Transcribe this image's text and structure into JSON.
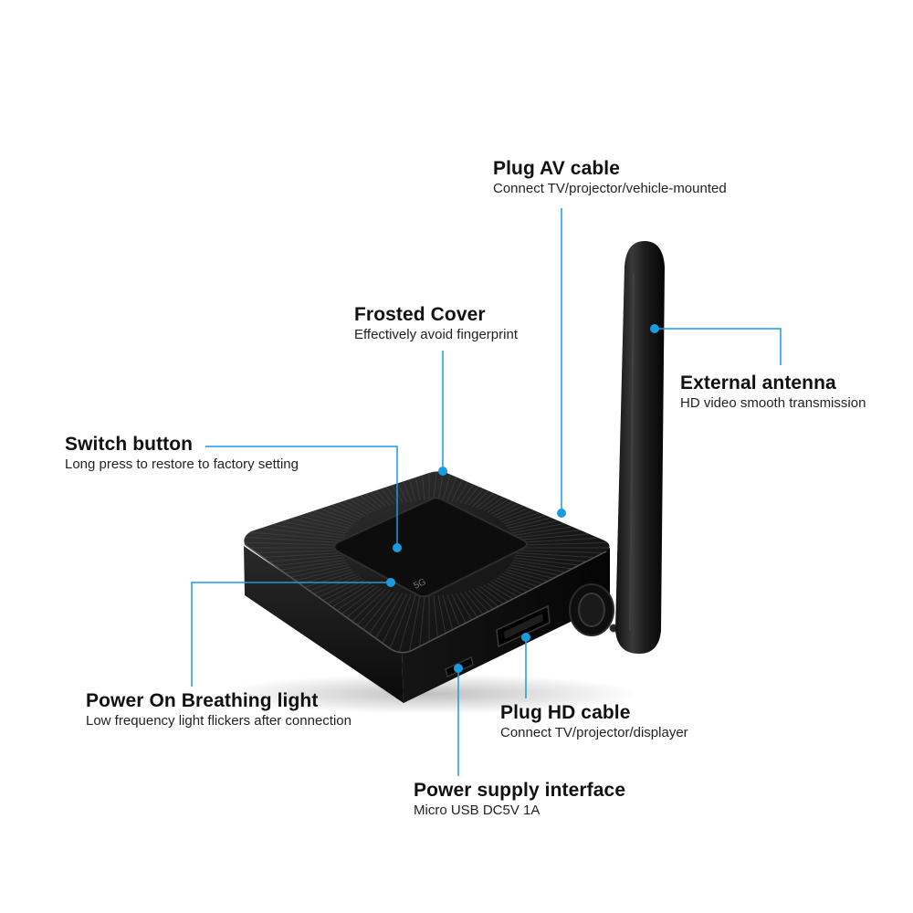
{
  "callouts": {
    "av": {
      "title": "Plug AV cable",
      "desc": "Connect TV/projector/vehicle-mounted"
    },
    "frosted": {
      "title": "Frosted Cover",
      "desc": "Effectively avoid fingerprint"
    },
    "antenna": {
      "title": "External antenna",
      "desc": "HD video smooth transmission"
    },
    "switch": {
      "title": "Switch button",
      "desc": "Long press to restore to factory setting"
    },
    "light": {
      "title": "Power On Breathing light",
      "desc": "Low frequency light flickers after connection"
    },
    "hd": {
      "title": "Plug HD cable",
      "desc": "Connect TV/projector/displayer"
    },
    "power": {
      "title": "Power supply interface",
      "desc": "Micro USB DC5V 1A"
    }
  },
  "device": {
    "cover_logo": "5G"
  },
  "colors": {
    "leader_line": "#1a9be0",
    "device_body": "#151515",
    "background": "#ffffff"
  }
}
